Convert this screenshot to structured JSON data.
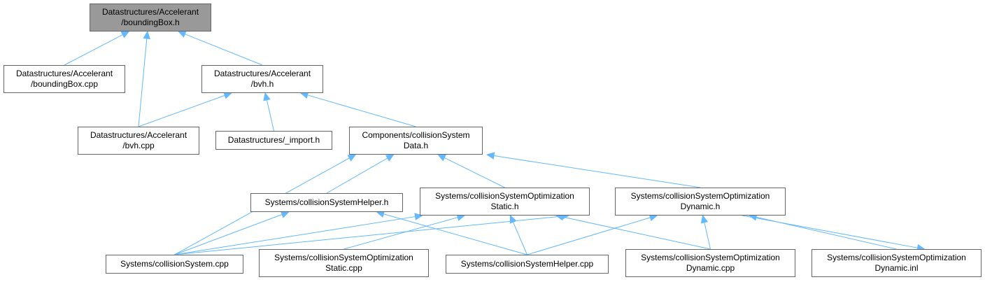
{
  "colors": {
    "edge": "#63b8ff",
    "node_border": "#666666",
    "root_fill": "#999999",
    "node_fill": "#ffffff"
  },
  "nodes": {
    "root": {
      "line1": "Datastructures/Accelerant",
      "line2": "/boundingBox.h"
    },
    "boundingbox_cpp": {
      "line1": "Datastructures/Accelerant",
      "line2": "/boundingBox.cpp"
    },
    "bvh_h": {
      "line1": "Datastructures/Accelerant",
      "line2": "/bvh.h"
    },
    "bvh_cpp": {
      "line1": "Datastructures/Accelerant",
      "line2": "/bvh.cpp"
    },
    "import_h": {
      "line1": "Datastructures/_import.h"
    },
    "collision_data_h": {
      "line1": "Components/collisionSystem",
      "line2": "Data.h"
    },
    "helper_h": {
      "line1": "Systems/collisionSystemHelper.h"
    },
    "opt_static_h": {
      "line1": "Systems/collisionSystemOptimization",
      "line2": "Static.h"
    },
    "opt_dynamic_h": {
      "line1": "Systems/collisionSystemOptimization",
      "line2": "Dynamic.h"
    },
    "collision_cpp": {
      "line1": "Systems/collisionSystem.cpp"
    },
    "opt_static_cpp": {
      "line1": "Systems/collisionSystemOptimization",
      "line2": "Static.cpp"
    },
    "helper_cpp": {
      "line1": "Systems/collisionSystemHelper.cpp"
    },
    "opt_dynamic_cpp": {
      "line1": "Systems/collisionSystemOptimization",
      "line2": "Dynamic.cpp"
    },
    "opt_dynamic_inl": {
      "line1": "Systems/collisionSystemOptimization",
      "line2": "Dynamic.inl"
    }
  },
  "edges": [
    {
      "from": "boundingbox_cpp",
      "to": "root"
    },
    {
      "from": "bvh_cpp",
      "to": "root"
    },
    {
      "from": "bvh_h",
      "to": "root"
    },
    {
      "from": "bvh_cpp",
      "to": "bvh_h"
    },
    {
      "from": "import_h",
      "to": "bvh_h"
    },
    {
      "from": "collision_data_h",
      "to": "bvh_h"
    },
    {
      "from": "collision_cpp",
      "to": "collision_data_h"
    },
    {
      "from": "helper_h",
      "to": "collision_data_h"
    },
    {
      "from": "opt_static_h",
      "to": "collision_data_h"
    },
    {
      "from": "opt_dynamic_h",
      "to": "collision_data_h"
    },
    {
      "from": "collision_cpp",
      "to": "helper_h"
    },
    {
      "from": "helper_cpp",
      "to": "helper_h"
    },
    {
      "from": "collision_cpp",
      "to": "opt_static_h"
    },
    {
      "from": "opt_static_cpp",
      "to": "opt_static_h"
    },
    {
      "from": "helper_cpp",
      "to": "opt_static_h"
    },
    {
      "from": "opt_dynamic_cpp",
      "to": "opt_static_h"
    },
    {
      "from": "collision_cpp",
      "to": "opt_dynamic_h"
    },
    {
      "from": "helper_cpp",
      "to": "opt_dynamic_h"
    },
    {
      "from": "opt_dynamic_cpp",
      "to": "opt_dynamic_h"
    },
    {
      "from": "opt_dynamic_inl",
      "to": "opt_dynamic_h"
    },
    {
      "from": "opt_dynamic_h",
      "to": "opt_dynamic_inl"
    }
  ]
}
